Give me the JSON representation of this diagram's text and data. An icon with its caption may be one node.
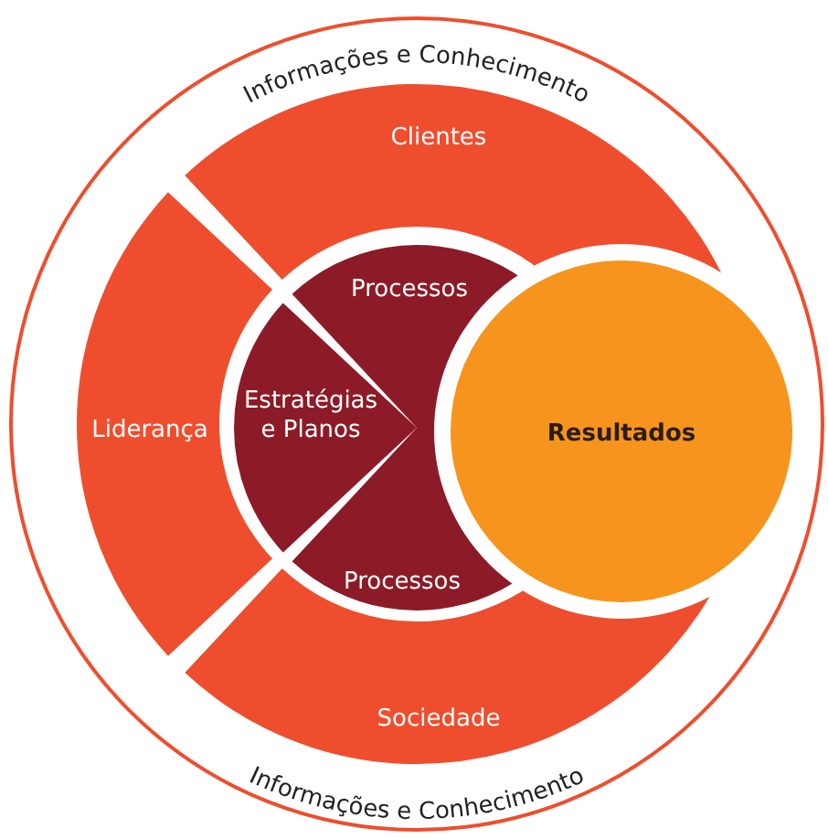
{
  "diagram": {
    "nodes": [
      {
        "text": [
          "Informações e Conhecimento",
          "Informações e Conhecimento"
        ]
      },
      {
        "text": [
          "Clientes"
        ],
        "in": 0
      },
      {
        "text": [
          "Liderança"
        ],
        "in": 0
      },
      {
        "text": [
          "Sociedade"
        ],
        "in": 0
      },
      {
        "text": [
          "Processos"
        ],
        "in": 0
      },
      {
        "text": [
          "Estratégias e Planos"
        ],
        "in": 0
      },
      {
        "text": [
          "Processos"
        ],
        "in": 0
      },
      {
        "text": [
          "Resultados"
        ],
        "in": 0
      }
    ],
    "edges": []
  }
}
